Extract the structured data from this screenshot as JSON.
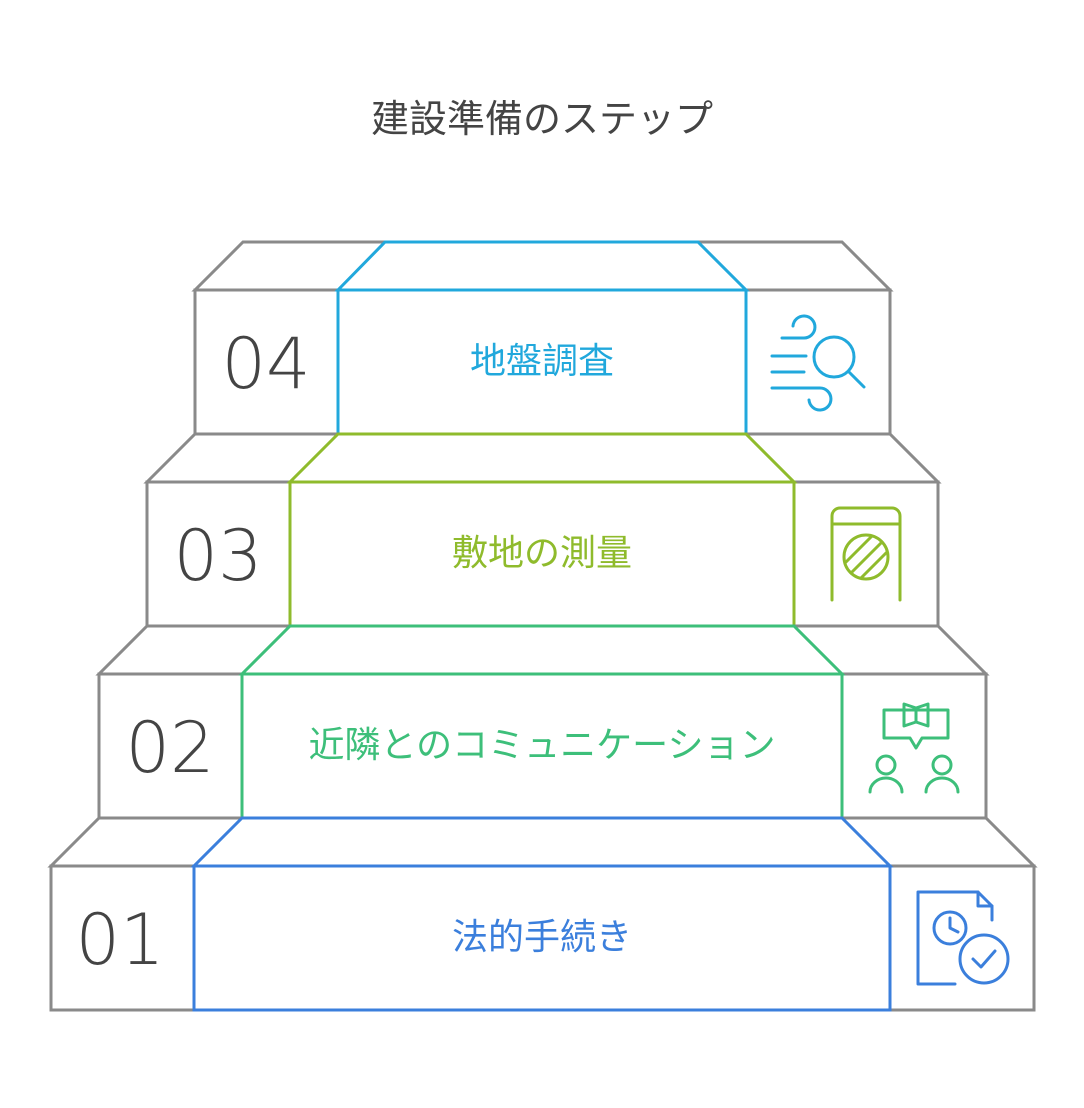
{
  "title": "建設準備のステップ",
  "steps": [
    {
      "number": "01",
      "label": "法的手続き",
      "color": "#3b7fdc",
      "icon": "document-clock-check-icon"
    },
    {
      "number": "02",
      "label": "近隣とのコミュニケーション",
      "color": "#3dbf7a",
      "icon": "people-conversation-icon"
    },
    {
      "number": "03",
      "label": "敷地の測量",
      "color": "#8fbb2c",
      "icon": "survey-level-icon"
    },
    {
      "number": "04",
      "label": "地盤調査",
      "color": "#21a8dc",
      "icon": "wind-search-icon"
    }
  ],
  "colors": {
    "outline": "#8a8a8a",
    "number_text": "#444444",
    "title_text": "#444444"
  }
}
